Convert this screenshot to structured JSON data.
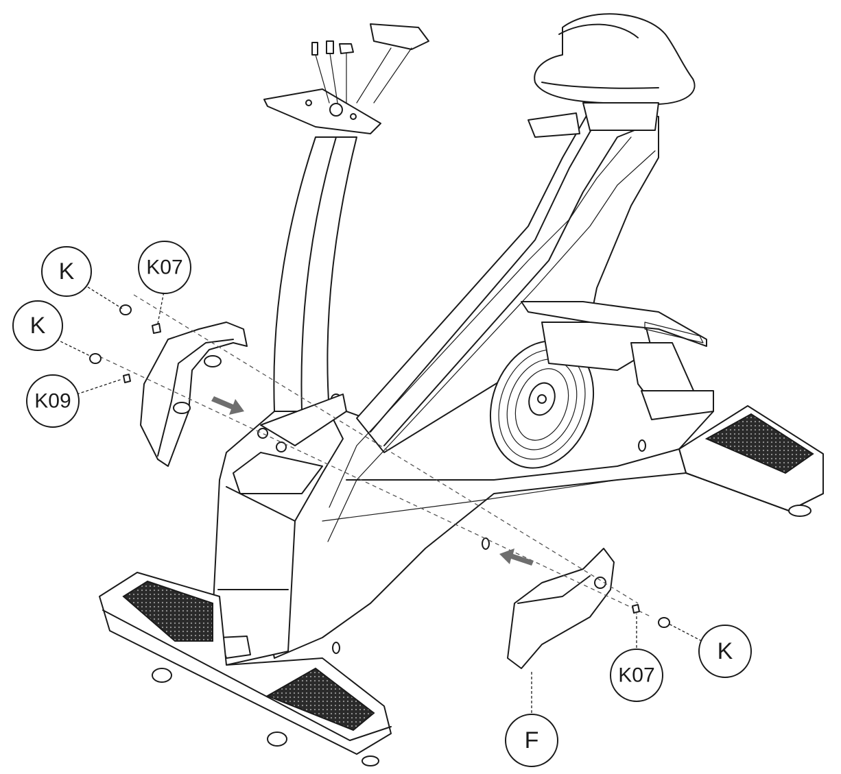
{
  "callouts": [
    {
      "id": "k-top-left",
      "label": "K"
    },
    {
      "id": "k07-top",
      "label": "K07"
    },
    {
      "id": "k-mid-left",
      "label": "K"
    },
    {
      "id": "k09",
      "label": "K09"
    },
    {
      "id": "k-right",
      "label": "K"
    },
    {
      "id": "k07-right",
      "label": "K07"
    },
    {
      "id": "f",
      "label": "F"
    }
  ],
  "colors": {
    "line": "#1a1a1a",
    "arrow": "#6e6e6e",
    "background": "#ffffff"
  }
}
